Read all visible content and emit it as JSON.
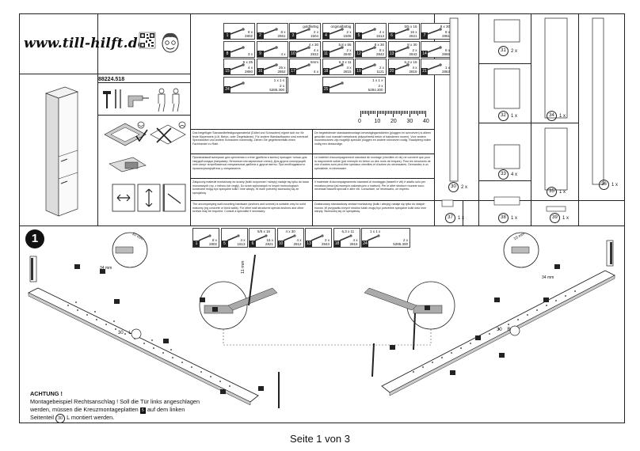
{
  "brand": {
    "logo_text": "www.till-hilft.de"
  },
  "article_number": "88224.518",
  "parts_top": [
    {
      "num": "1",
      "qty": "8 x",
      "code": "2802",
      "top": ""
    },
    {
      "num": "2",
      "qty": "8 x",
      "code": "2861",
      "top": ""
    },
    {
      "num": "3",
      "qty": "2 x",
      "code": "1504",
      "top": "goldfarbig"
    },
    {
      "num": "4",
      "qty": "2 x",
      "code": "1505",
      "top": "originalfarbig"
    },
    {
      "num": "5",
      "qty": "4 x",
      "code": "1613",
      "top": ""
    },
    {
      "num": "6",
      "qty": "16 x",
      "code": "2821",
      "top": "5/5 x 16"
    },
    {
      "num": "7",
      "qty": "8 x",
      "code": "2861",
      "top": "8 x 30"
    },
    {
      "num": "8",
      "qty": "3 x",
      "code": "",
      "top": ""
    },
    {
      "num": "9",
      "qty": "4 x",
      "code": "",
      "top": ""
    },
    {
      "num": "10",
      "qty": "4 x",
      "code": "2812",
      "top": "4 x 30"
    },
    {
      "num": "11",
      "qty": "2 x",
      "code": "2840",
      "top": "5,8 x 55"
    },
    {
      "num": "12",
      "qty": "8 x",
      "code": "2842",
      "top": "8 x 30"
    },
    {
      "num": "13",
      "qty": "2 x",
      "code": "2843",
      "top": "8 x 30"
    },
    {
      "num": "14",
      "qty": "6 x",
      "code": "2865",
      "top": ""
    },
    {
      "num": "15",
      "qty": "4 x",
      "code": "2860",
      "top": "5 x 25"
    },
    {
      "num": "16",
      "qty": "25 x",
      "code": "2862",
      "top": ""
    },
    {
      "num": "17",
      "qty": "4 x",
      "code": "",
      "top": "5mm"
    },
    {
      "num": "18",
      "qty": "4 x",
      "code": "2815",
      "top": "6,3 x 11"
    },
    {
      "num": "19",
      "qty": "2 x",
      "code": "1121",
      "top": ""
    },
    {
      "num": "20",
      "qty": "4 x",
      "code": "2816",
      "top": "6,3 x 16"
    },
    {
      "num": "21",
      "qty": "1 x",
      "code": "2863",
      "top": ""
    },
    {
      "num": "22",
      "qty": "2 x",
      "code": "1122",
      "top": ""
    },
    {
      "num": "23",
      "qty": "26 x",
      "code": "2804",
      "top": "3,5 x 15"
    },
    {
      "num": "24",
      "qty": "2 x",
      "code": "5285.300",
      "top": "1 x  1 x"
    },
    {
      "num": "25",
      "qty": "2 x",
      "code": "5284.300",
      "top": "1 x  1 x"
    }
  ],
  "ruler": {
    "labels": [
      "0",
      "10",
      "20",
      "30",
      "40"
    ]
  },
  "instructions_text": [
    "Das beigefügte Standardbefestigungsmaterial (Dübel und Schrauben) eignet sich nur für feste Mauerwerk (z.B. Beton- oder Ziegelwände). Für andere Wandaufbauten sind eventuell Spezialdübel und andere Schrauben notwendig. Ziehen Sie gegebenenfalls einen Fachhandel zu Rate.",
    "De begeleidende standaardmontage-bevestigingsmiddelen (pluggen en schroeven) is alleen geschikt voor massief metselwerk (bijvoorbeeld beton of bakstenen muren). Voor andere muurstructuren zijn mogelijk speciale pluggen en andere schroeven nodig. Raadpleeg indien nodig een deskundige.",
    "Прилагаемый материал для крепления к стене (дюбели и винты) пригоден только для твердой кладки (например, бетонные или кирпичные стены). Для других конструкций стен могут потребоваться специальные дюбели и другие винты. При необходимости проконсультируйтесь у специалиста.",
    "Le matériel d'accompagnement standard de montage (chevilles et vis) ne convient que pour la maçonnerie solide (par exemple en béton ou des murs de briques). Pour les structures de mur d'autres sont peut-être spéciaux chevilles et d'autres vis nécessaires. Demandez à un spécialiste, si nécessaire.",
    "Załączony materiał montażowy do ściany (kołki rozporowe i wkręty) nadaje się tylko do ścian murowanych (np. z betonu lub cegły). Do ścian wykonanych w innych technologiach konieczne mogą być specjalne kołki i inne wkręty. W razie potrzeby skonsultuj się ze specjalistą.",
    "Il materiale di accompagnamento standard di montaggio (tasselli e viti) è adatto solo per muratura piena (ad esempio calcestruzzo o mattoni). Per le altre strutture murarie sono necessari tasselli speciali e altre viti. Consultare, se necessario, un esperto.",
    "The accompanying wall mounting hardware (anchors and screws) is suitable only for solid masonry (eg concrete or brick walls). For other wall structures special anchors and other screws may be required. Consult a specialist if necessary.",
    "Dostarczany standardowy zestaw montażowy (kołki i wkręty) nadaje się tylko do stałych murów. W przypadku innych struktur ścian mogą być potrzebne specjalne kołki oraz inne wkręty. Skonsultuj się ze specjalistą."
  ],
  "panels": [
    {
      "num": "31",
      "qty": "2 x"
    },
    {
      "num": "32",
      "qty": "1 x"
    },
    {
      "num": "33",
      "qty": "4 x"
    },
    {
      "num": "34",
      "qty": "1 x"
    },
    {
      "num": "35",
      "qty": "1 x"
    },
    {
      "num": "36",
      "qty": "1 x"
    },
    {
      "num": "30",
      "qty": "2 x"
    },
    {
      "num": "37",
      "qty": "1 x"
    },
    {
      "num": "38",
      "qty": "1 x"
    },
    {
      "num": "39",
      "qty": "1 x"
    }
  ],
  "step": {
    "number": "1",
    "strip_parts": [
      {
        "num": "1",
        "qty": "8 x",
        "code": "2802"
      },
      {
        "num": "5",
        "qty": "4 x",
        "code": "1613"
      },
      {
        "num": "6",
        "qty": "16 x",
        "code": "2821",
        "top": "5/5 x 16"
      },
      {
        "num": "10",
        "qty": "4 x",
        "code": "2812",
        "top": "4 x 30"
      },
      {
        "num": "13",
        "qty": "2 x",
        "code": "2843"
      },
      {
        "num": "18",
        "qty": "4 x",
        "code": "2815",
        "top": "6,3 x 11"
      },
      {
        "num": "24",
        "qty": "2 x",
        "code": "5285.300",
        "top": "1 x  1 x"
      }
    ],
    "left_label": {
      "num": "30",
      "side": "L"
    },
    "right_label": {
      "num": "30",
      "side": "R"
    },
    "dim_11mm": "11 mm",
    "dim_10mm": "10 mm",
    "dim_34mm": "34 mm"
  },
  "note": {
    "title": "ACHTUNG !",
    "line1": "Montagebeispiel Rechtsanschlag ! Soll die Tür links angeschlagen",
    "line2a": "werden, müssen die Kreuzmontageplatten",
    "line2_ref": "5",
    "line2b": "auf dem linken",
    "line3a": "Seitenteil",
    "line3_ref": "30",
    "line3b": "L montiert werden."
  },
  "footer": {
    "page_text": "Seite 1 von 3"
  }
}
